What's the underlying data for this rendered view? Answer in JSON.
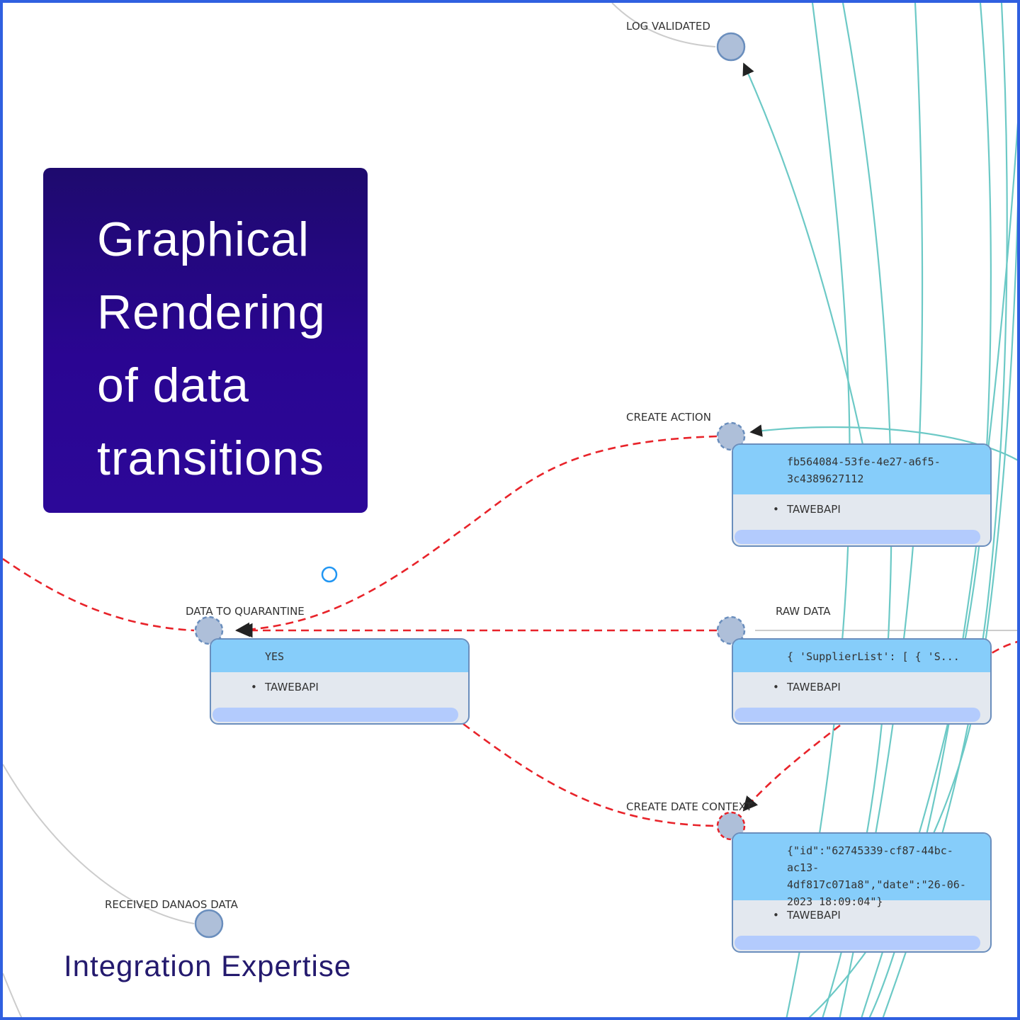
{
  "title_panel": {
    "lines": [
      "Graphical",
      "Rendering",
      "of data",
      "transitions"
    ],
    "background": "#24068a"
  },
  "footer": {
    "brand": "Integration Expertise"
  },
  "nodes": {
    "log_validated": "LOG VALIDATED",
    "create_action": "CREATE ACTION",
    "data_to_quarantine": "DATA TO QUARANTINE",
    "raw_data": "RAW DATA",
    "create_date_context": "CREATE DATE CONTEXT",
    "received_danaos_data": "RECEIVED DANAOS DATA"
  },
  "cards": {
    "create_action": {
      "value_lines": [
        "fb564084-53fe-4e27-a6f5-",
        "3c4389627112"
      ],
      "item": "TAWEBAPI"
    },
    "quarantine": {
      "value_lines": [
        "YES"
      ],
      "item": "TAWEBAPI"
    },
    "raw_data": {
      "value_lines": [
        "{ 'SupplierList': [ { 'S..."
      ],
      "item": "TAWEBAPI"
    },
    "date_context": {
      "value_lines": [
        "{\"id\":\"62745339-cf87-44bc-ac13-",
        "4df817c071a8\",\"date\":\"26-06-",
        "2023 18:09:04\"}"
      ],
      "item": "TAWEBAPI"
    }
  },
  "colors": {
    "teal_edge": "#6cc9c6",
    "red_edge": "#e8232a",
    "gray_edge": "#cccccc",
    "node_fill": "#aebfd9",
    "card_head": "#86cdfa",
    "card_body": "#e3e8ef"
  }
}
